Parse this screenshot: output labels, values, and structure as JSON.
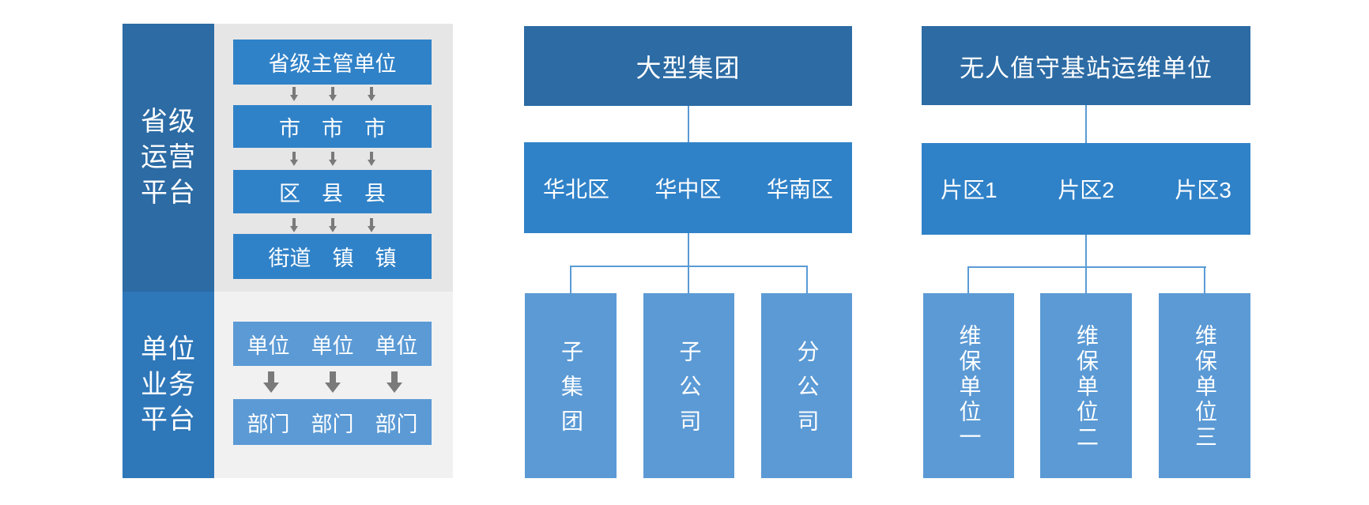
{
  "palette": {
    "dark_blue": "#2C6BA4",
    "bright_blue": "#3082C8",
    "light_blue": "#5B9AD5",
    "sidebar_bottom_blue": "#2E77B9",
    "panel_gray_top": "#E7E6E6",
    "panel_gray_bottom": "#F1F1F1",
    "arrow_gray": "#7A7A7A",
    "connector_blue": "#5B9BD5",
    "text_white": "#FFFFFF"
  },
  "left_panel": {
    "sidebar_top": {
      "label": "省级运营平台",
      "lines": [
        "省级",
        "运营",
        "平台"
      ]
    },
    "sidebar_bottom": {
      "label": "单位业务平台",
      "lines": [
        "单位",
        "业务",
        "平台"
      ]
    },
    "top_flow": {
      "boxes": [
        "省级主管单位",
        "市　市　市",
        "区　县　县",
        "街道　镇　镇"
      ]
    },
    "bottom_flow": {
      "boxes": [
        "单位　单位　单位",
        "部门　部门　部门"
      ]
    },
    "icons": {
      "down_arrow": "down-arrow-icon"
    }
  },
  "middle_chart": {
    "root": "大型集团",
    "regions": [
      "华北区",
      "华中区",
      "华南区"
    ],
    "leaves": [
      "子集团",
      "子公司",
      "分公司"
    ]
  },
  "right_chart": {
    "root": "无人值守基站运维单位",
    "regions": [
      "片区1",
      "片区2",
      "片区3"
    ],
    "leaves": [
      "维保单位一",
      "维保单位二",
      "维保单位三"
    ]
  }
}
